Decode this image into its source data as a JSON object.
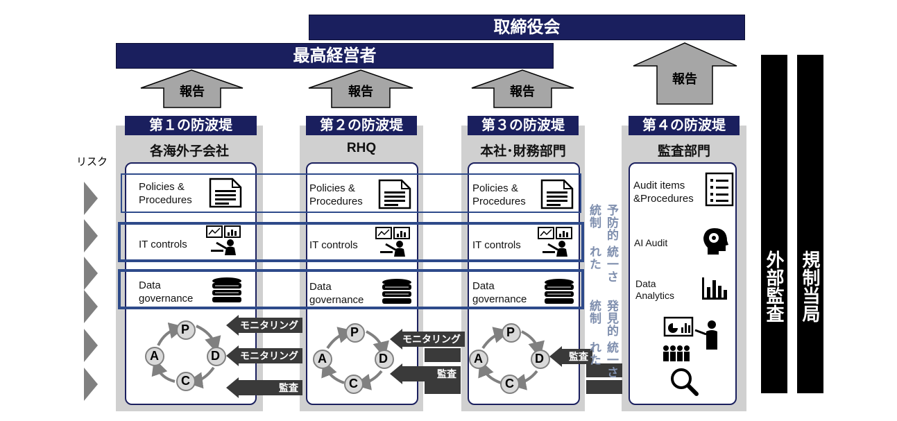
{
  "top": {
    "board": "取締役会",
    "ceo": "最高経営者"
  },
  "report_label": "報告",
  "risk_label": "リスク",
  "lines": [
    {
      "title": "第１の防波堤",
      "name": "各海外子会社"
    },
    {
      "title": "第２の防波堤",
      "name": "RHQ"
    },
    {
      "title": "第３の防波堤",
      "name": "本社･財務部門"
    },
    {
      "title": "第４の防波堤",
      "name": "監査部門"
    }
  ],
  "rows": {
    "policies": [
      "Policies &",
      "Procedures"
    ],
    "it": "IT controls",
    "data": [
      "Data",
      "governance"
    ]
  },
  "audit_items": {
    "audit": [
      "Audit items",
      "&Procedures"
    ],
    "ai": "AI  Audit",
    "analytics": [
      "Data",
      "Analytics"
    ]
  },
  "unified": {
    "preventive": [
      "統一された",
      "予防的統制"
    ],
    "detective": [
      "統一された",
      "発見的統制"
    ]
  },
  "arrows": {
    "monitoring": "モニタリング",
    "audit": "監査"
  },
  "pdca": {
    "p": "P",
    "d": "D",
    "c": "C",
    "a": "A"
  },
  "external": {
    "external_audit": "外部監査",
    "regulator": "規制当局"
  },
  "colors": {
    "navy": "#1a1f5e",
    "highlight": "#2e4a8a",
    "gray": "#d0d0d0"
  }
}
